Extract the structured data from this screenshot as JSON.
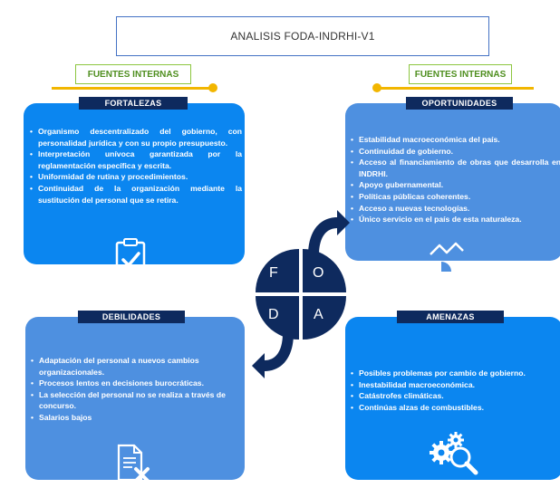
{
  "title": "ANALISIS FODA-INDRHI-V1",
  "source_left": "FUENTES INTERNAS",
  "source_right": "FUENTES INTERNAS",
  "colors": {
    "accent_gold": "#F2B600",
    "navy": "#0E2A5E",
    "bright_blue": "#0B86F0",
    "medium_blue": "#4E90E0",
    "green_border": "#8CC63F"
  },
  "fortalezas": {
    "header": "FORTALEZAS",
    "items": [
      "Organismo descentralizado del gobierno, con personalidad jurídica y con su propio presupuesto.",
      "Interpretación unívoca garantizada por la reglamentación específica y escrita.",
      "Uniformidad de rutina y procedimientos.",
      "Continuidad de la organización mediante la sustitución del personal que se retira."
    ],
    "icon": "clipboard-check-icon"
  },
  "oportunidades": {
    "header": "OPORTUNIDADES",
    "items": [
      "Estabilidad macroeconómica del país.",
      "Continuidad de gobierno.",
      "Acceso al financiamiento de obras que desarrolla en INDRHI.",
      "Apoyo gubernamental.",
      "Políticas públicas coherentes.",
      "Acceso a nuevas tecnologías.",
      "Único servicio en el país de esta naturaleza."
    ],
    "icon": "analytics-chart-icon"
  },
  "debilidades": {
    "header": "DEBILIDADES",
    "items": [
      "Adaptación del personal a nuevos cambios organizacionales.",
      "Procesos lentos en decisiones burocráticas.",
      "La selección del personal no se realiza a través de concurso.",
      "Salarios bajos"
    ],
    "icon": "document-cross-icon"
  },
  "amenazas": {
    "header": "AMENAZAS",
    "items": [
      "Posibles problemas por cambio de gobierno.",
      "Inestabilidad macroeconómica.",
      "Catástrofes climáticas.",
      "Continúas alzas de combustibles."
    ],
    "icon": "gears-magnifier-icon"
  },
  "foda": {
    "f": "F",
    "o": "O",
    "d": "D",
    "a": "A"
  }
}
